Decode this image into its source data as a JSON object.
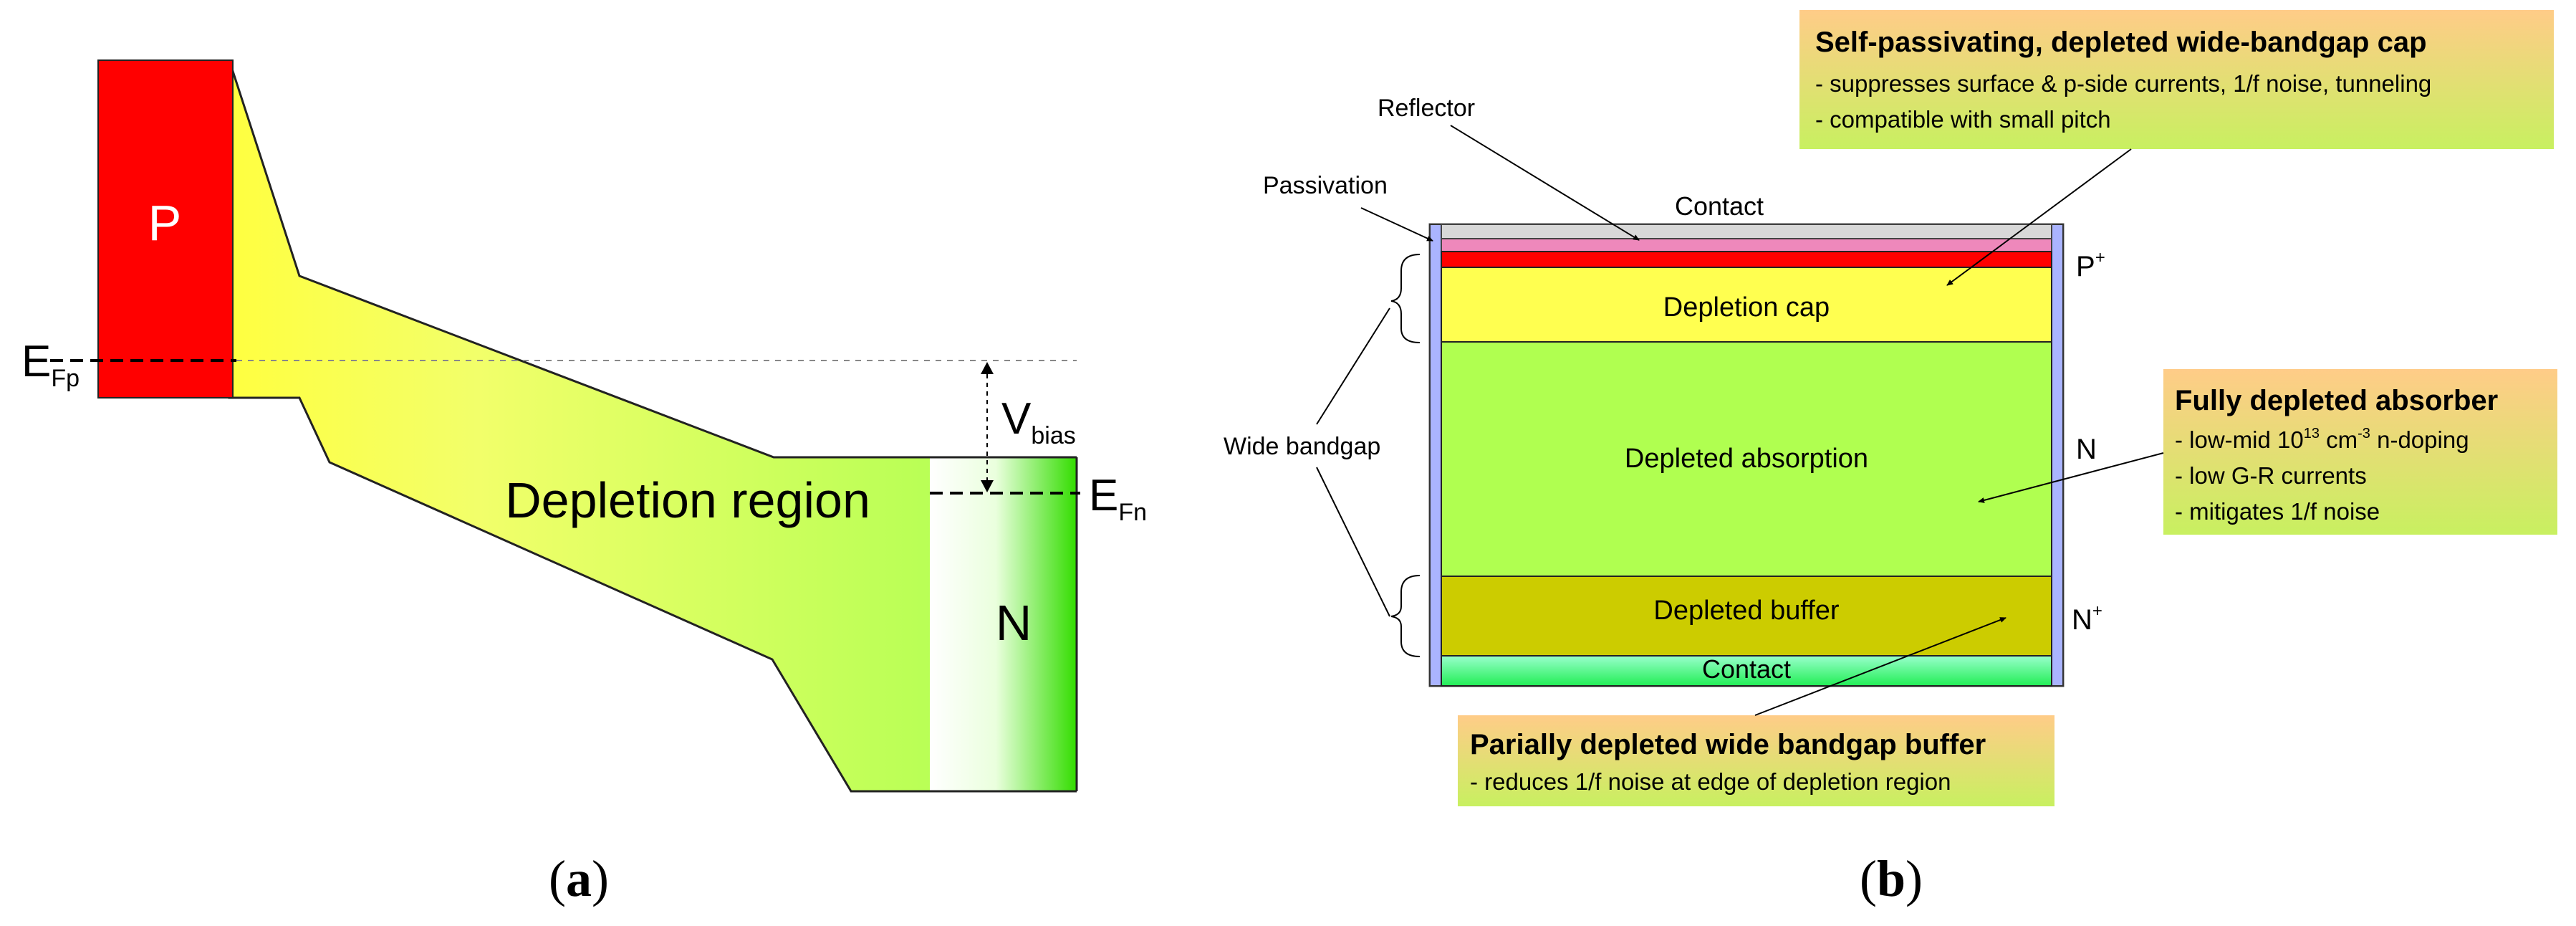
{
  "panel_a": {
    "caption_open": "(",
    "caption_letter": "a",
    "caption_close": ")",
    "p_label": "P",
    "n_label": "N",
    "depletion_label": "Depletion region",
    "efp_main": "E",
    "efp_sub": "Fp",
    "efn_main": "E",
    "efn_sub": "Fn",
    "vbias_main": "V",
    "vbias_sub": "bias"
  },
  "panel_b": {
    "caption_open": "(",
    "caption_letter": "b",
    "caption_close": ")",
    "left_labels": {
      "reflector": "Reflector",
      "passivation": "Passivation",
      "wide_bandgap": "Wide bandgap"
    },
    "layers": {
      "contact_top": "Contact",
      "depletion_cap": "Depletion cap",
      "depleted_absorption": "Depleted absorption",
      "depleted_buffer": "Depleted buffer",
      "contact_bottom": "Contact"
    },
    "right_labels": {
      "p_main": "P",
      "p_sup": "+",
      "n": "N",
      "nplus_main": "N",
      "nplus_sup": "+"
    },
    "callouts": {
      "cap": {
        "title": "Self-passivating, depleted wide-bandgap cap",
        "lines": [
          "- suppresses surface & p-side currents, 1/f noise, tunneling",
          "- compatible with small pitch"
        ]
      },
      "absorber": {
        "title": "Fully depleted absorber",
        "line1_a": "- low-mid 10",
        "line1_sup1": "13",
        "line1_b": " cm",
        "line1_sup2": "-3",
        "line1_c": " n-doping",
        "lines": [
          "- low G-R currents",
          "- mitigates 1/f noise"
        ]
      },
      "buffer": {
        "title": "Parially depleted wide bandgap buffer",
        "lines": [
          "- reduces 1/f noise at edge of depletion region"
        ]
      }
    }
  },
  "colors": {
    "p_red": "#ff0000",
    "n_green": "#33dd00",
    "absorber_green": "#b0ff50",
    "cap_yellow": "#ffff50",
    "buffer_olive": "#cccc00",
    "reflector_pink": "#ee88bb",
    "passivation_blue": "#aab4ff",
    "callout_orange": "#ffcc88",
    "callout_green": "#ccf060"
  }
}
